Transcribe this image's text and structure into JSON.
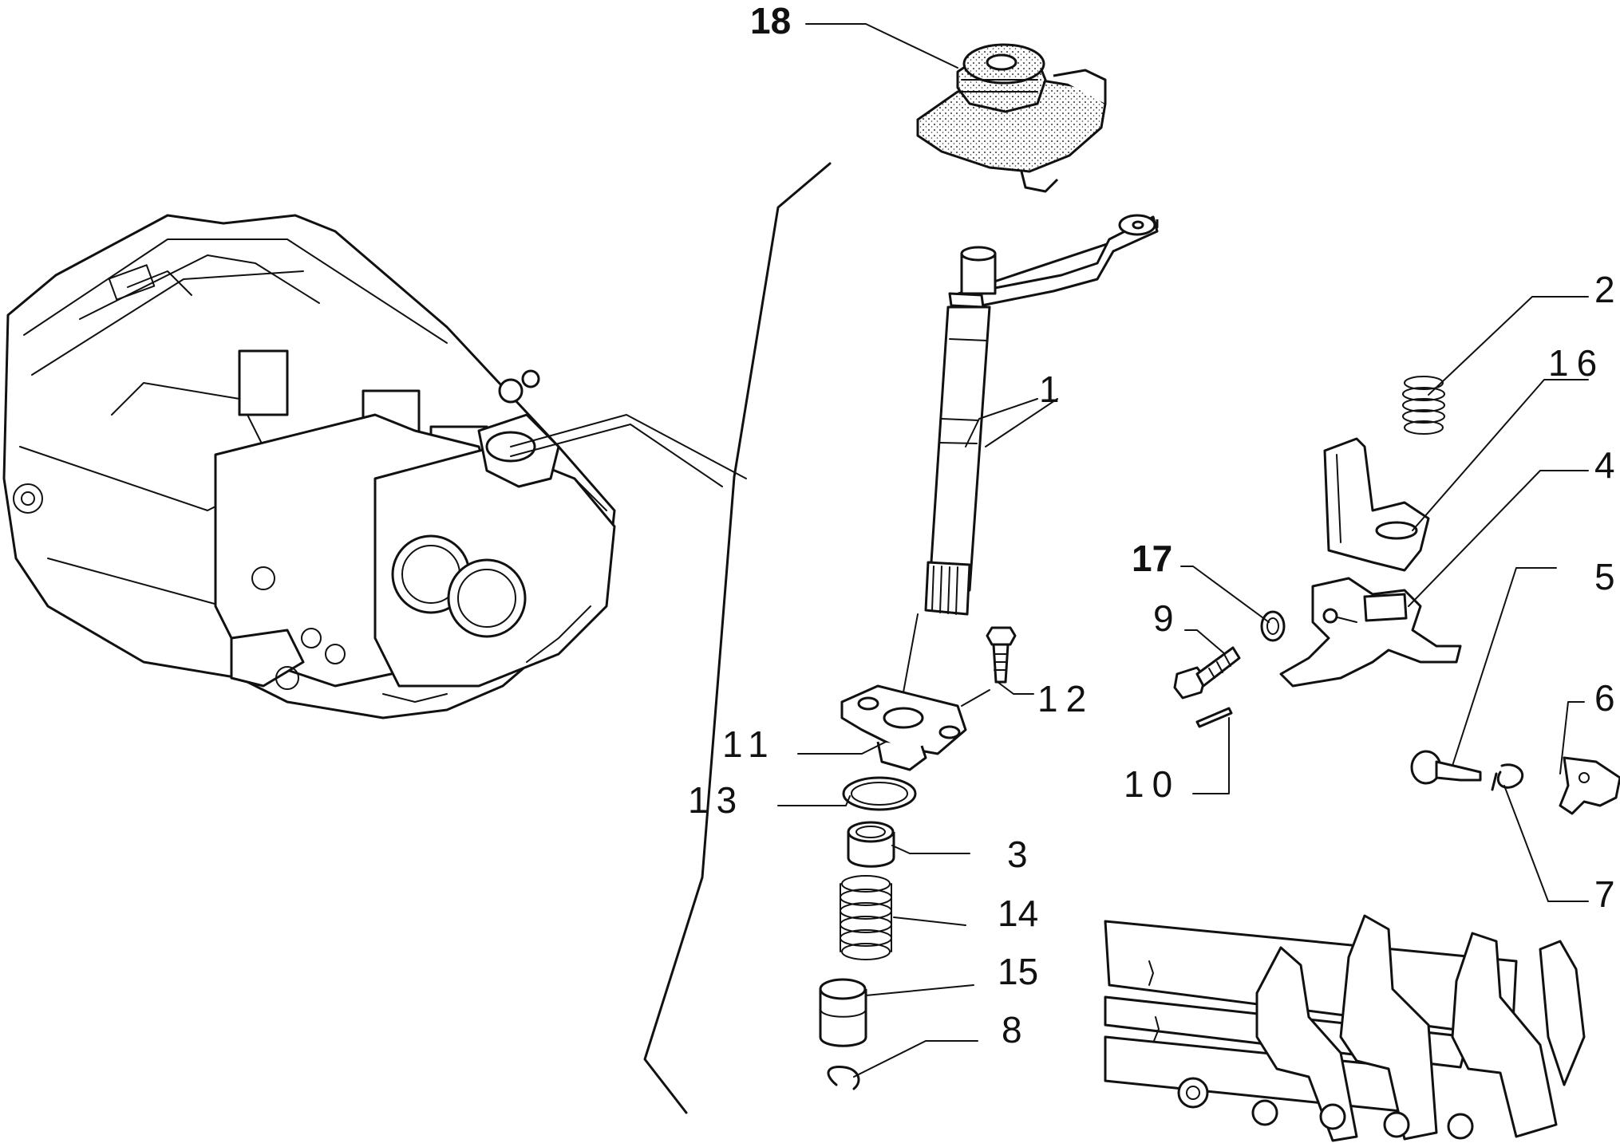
{
  "figure": {
    "callouts": [
      {
        "id": "c1",
        "text": "1"
      },
      {
        "id": "c2",
        "text": "2"
      },
      {
        "id": "c3",
        "text": "3"
      },
      {
        "id": "c4",
        "text": "4"
      },
      {
        "id": "c5",
        "text": "5"
      },
      {
        "id": "c6",
        "text": "6"
      },
      {
        "id": "c7",
        "text": "7"
      },
      {
        "id": "c8",
        "text": "8"
      },
      {
        "id": "c9",
        "text": "9"
      },
      {
        "id": "c10",
        "text": "10"
      },
      {
        "id": "c11",
        "text": "11"
      },
      {
        "id": "c12",
        "text": "12"
      },
      {
        "id": "c13",
        "text": "13"
      },
      {
        "id": "c14",
        "text": "14"
      },
      {
        "id": "c15",
        "text": "15"
      },
      {
        "id": "c16",
        "text": "16"
      },
      {
        "id": "c17",
        "text": "17"
      },
      {
        "id": "c18",
        "text": "18"
      }
    ]
  }
}
